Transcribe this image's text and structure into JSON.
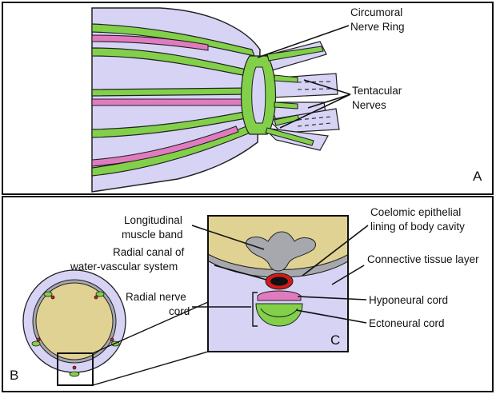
{
  "panels": {
    "a": {
      "letter": "A",
      "labels": {
        "circumoral_line1": "Circumoral",
        "circumoral_line2": "Nerve Ring",
        "tentacular_line1": "Tentacular",
        "tentacular_line2": "Nerves"
      }
    },
    "b": {
      "letter": "B"
    },
    "c": {
      "letter": "C",
      "labels": {
        "longitudinal_line1": "Longitudinal",
        "longitudinal_line2": "muscle band",
        "radial_canal_line1": "Radial canal of",
        "radial_canal_line2": "water-vascular system",
        "radial_nerve_line1": "Radial nerve",
        "radial_nerve_line2": "cord",
        "coelomic_line1": "Coelomic epithelial",
        "coelomic_line2": "lining of body cavity",
        "connective": "Connective tissue layer",
        "hyponeural": "Hyponeural cord",
        "ectoneural": "Ectoneural cord"
      }
    }
  },
  "colors": {
    "body_fill": "#d6d3f5",
    "nerve_green": "#82d04a",
    "muscle_pink": "#e07bc0",
    "coelom_tan": "#e0d293",
    "muscle_gray": "#a7a7ae",
    "canal_red": "#d01a1a",
    "outline": "#222222"
  }
}
